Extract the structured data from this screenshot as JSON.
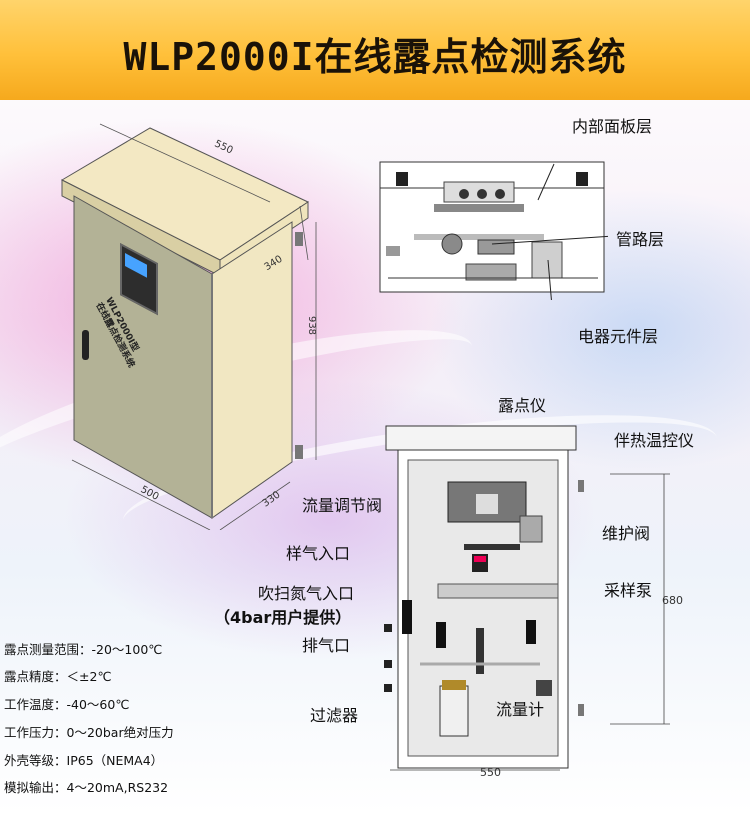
{
  "header": {
    "title": "WLP2000I在线露点检测系统"
  },
  "cabinet": {
    "dims": {
      "width": "550",
      "depth_top": "340",
      "height": "938",
      "base_width": "500",
      "base_depth": "330"
    },
    "label_line1": "WLP2000I型",
    "label_line2": "在线露点检测系统"
  },
  "top_diagram": {
    "labels": {
      "inner_panel": "内部面板层",
      "piping": "管路层",
      "electrical": "电器元件层"
    }
  },
  "door_diagram": {
    "labels": {
      "dewpoint_meter": "露点仪",
      "heat_trace_controller": "伴热温控仪",
      "flow_regulating_valve": "流量调节阀",
      "maintenance_valve": "维护阀",
      "sample_inlet": "样气入口",
      "purge_inlet": "吹扫氮气入口",
      "purge_note": "（4bar用户提供）",
      "sampling_pump": "采样泵",
      "exhaust": "排气口",
      "filter": "过滤器",
      "flow_meter": "流量计"
    },
    "dims": {
      "height": "680",
      "width": "550"
    }
  },
  "specs": [
    {
      "label": "露点测量范围：",
      "value": "-20～100℃"
    },
    {
      "label": "露点精度：",
      "value": "＜±2℃"
    },
    {
      "label": "工作温度：",
      "value": "-40～60℃"
    },
    {
      "label": "工作压力：",
      "value": "0～20bar绝对压力"
    },
    {
      "label": "外壳等级：",
      "value": "IP65（NEMA4）"
    },
    {
      "label": "模拟输出：",
      "value": "4～20mA,RS232"
    }
  ],
  "colors": {
    "header": "#ffc03a",
    "cabinet_front": "#b9b89b",
    "cabinet_side": "#f1e7c2"
  }
}
